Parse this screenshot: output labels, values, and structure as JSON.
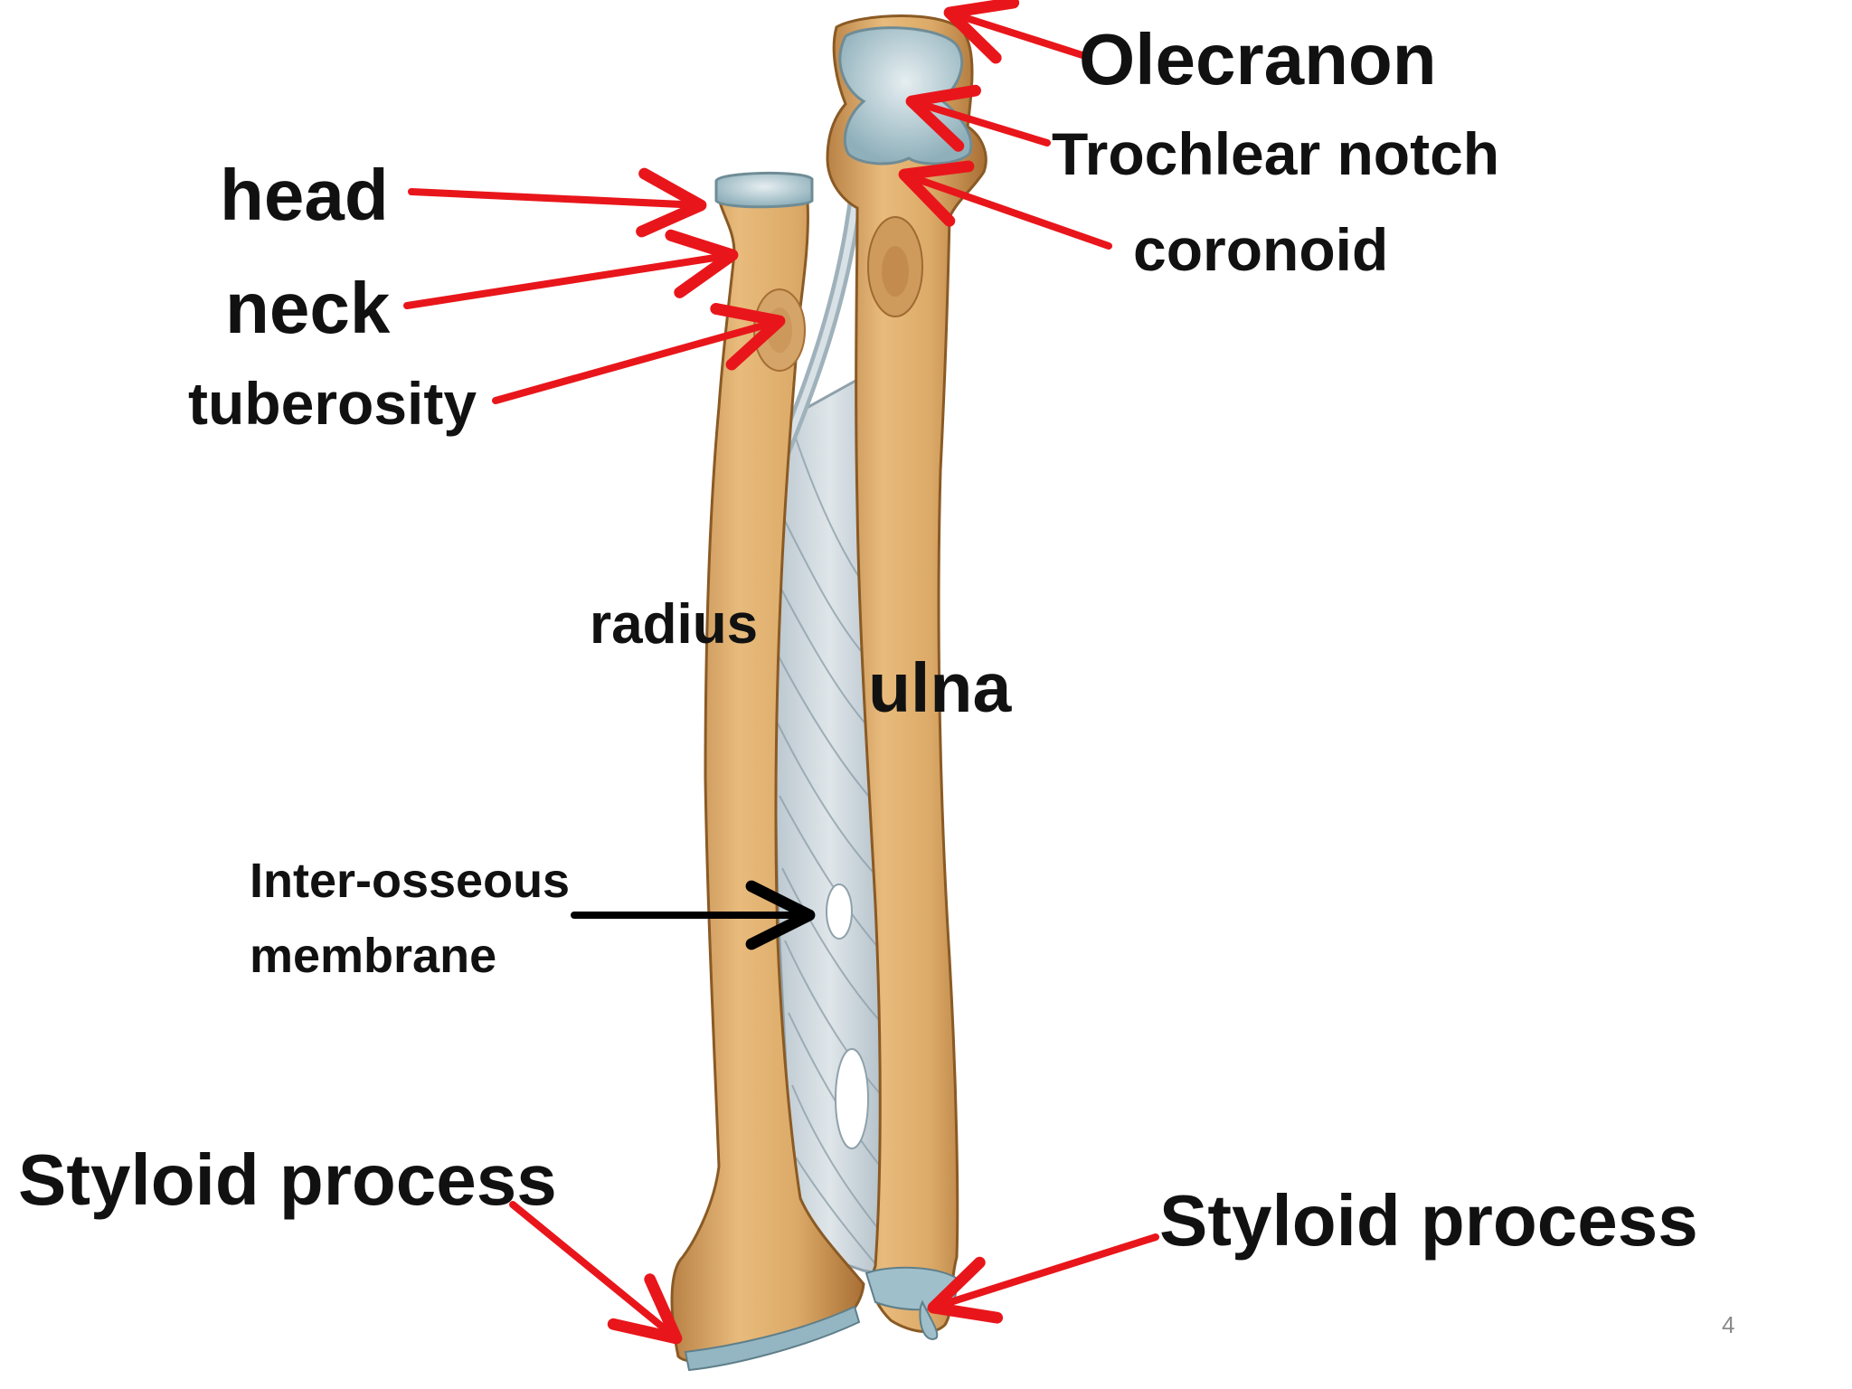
{
  "labels": {
    "olecranon": "Olecranon",
    "trochlear_notch": "Trochlear notch",
    "coronoid": "coronoid",
    "head": "head",
    "neck": "neck",
    "tuberosity": "tuberosity",
    "radius": "radius",
    "ulna": "ulna",
    "inter_osseous_line1": "Inter-osseous",
    "inter_osseous_line2": "membrane",
    "styloid_left": "Styloid process",
    "styloid_right": "Styloid process"
  },
  "page_number": "4",
  "colors": {
    "arrow_red": "#e8161b",
    "arrow_black": "#000000",
    "bone": "#d9a766",
    "bone_shadow": "#b57f3f",
    "cartilage": "#a9c3cc",
    "membrane": "#c9d3d9",
    "text": "#111111"
  }
}
